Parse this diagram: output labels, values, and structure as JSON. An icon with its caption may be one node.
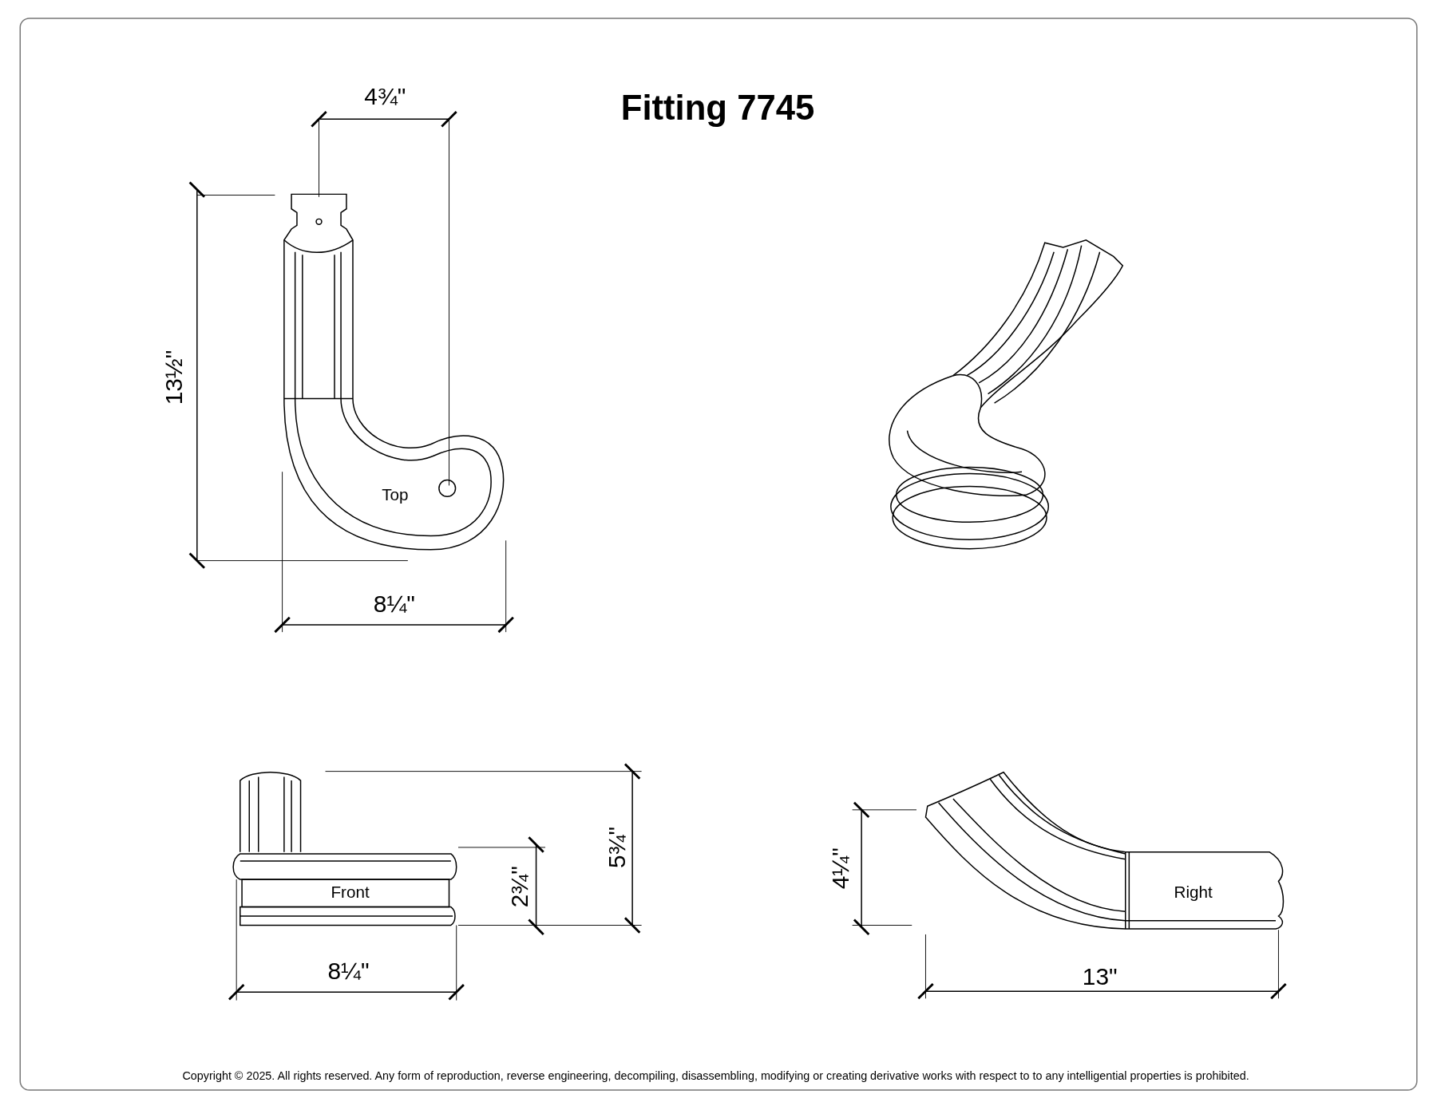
{
  "diagram": {
    "title": "Fitting 7745",
    "labels": [
      "4¾\"",
      "13½\"",
      "Top",
      "8¼\"",
      "Front",
      "8¼\"",
      "2¾\"",
      "5¾\"",
      "4¼\"",
      "Right",
      "13\"",
      "Copyright © 2025. All rights reserved. Any form of reproduction, reverse engineering, decompiling, disassembling, modifying or creating derivative works with respect to to any intelligential properties is prohibited."
    ]
  }
}
